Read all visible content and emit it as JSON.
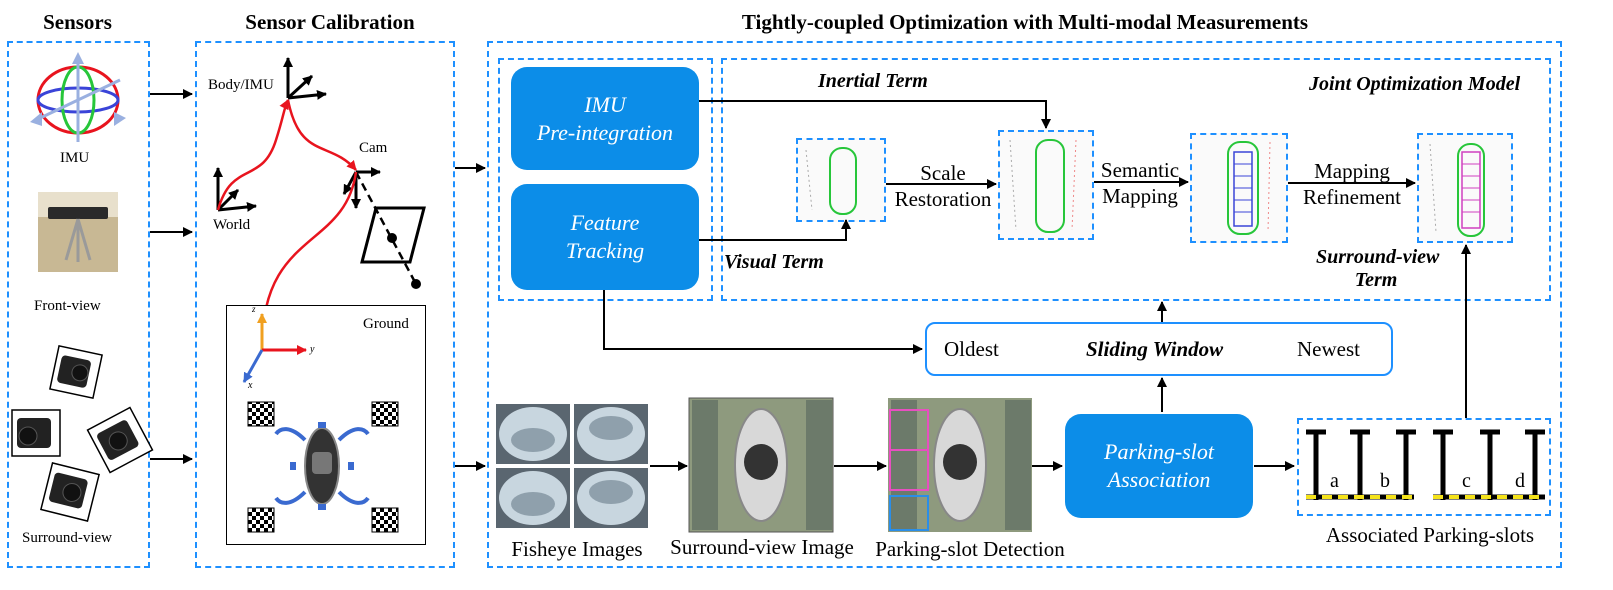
{
  "headers": {
    "sensors": "Sensors",
    "calibration": "Sensor Calibration",
    "optimization": "Tightly-coupled Optimization with Multi-modal Measurements"
  },
  "sensors": {
    "imu": "IMU",
    "front_view": "Front-view",
    "surround_view": "Surround-view"
  },
  "calibration": {
    "body_imu": "Body/IMU",
    "cam": "Cam",
    "world": "World",
    "ground": "Ground",
    "axis_x": "x",
    "axis_y": "y",
    "axis_z": "z"
  },
  "optimization": {
    "imu_preintegration_line1": "IMU",
    "imu_preintegration_line2": "Pre-integration",
    "feature_tracking_line1": "Feature",
    "feature_tracking_line2": "Tracking",
    "inertial_term": "Inertial Term",
    "visual_term": "Visual Term",
    "joint_model": "Joint Optimization Model",
    "scale_line1": "Scale",
    "scale_line2": "Restoration",
    "semantic_line1": "Semantic",
    "semantic_line2": "Mapping",
    "mapping_line1": "Mapping",
    "mapping_line2": "Refinement",
    "surround_term_line1": "Surround-view",
    "surround_term_line2": "Term",
    "oldest": "Oldest",
    "sliding_window": "Sliding Window",
    "newest": "Newest",
    "parking_assoc_line1": "Parking-slot",
    "parking_assoc_line2": "Association",
    "fisheye_images": "Fisheye Images",
    "surround_view_image": "Surround-view Image",
    "parking_slot_detection": "Parking-slot Detection",
    "associated_parking_slots": "Associated Parking-slots",
    "slot_labels": [
      "a",
      "b",
      "c",
      "d"
    ]
  },
  "colors": {
    "dashed_border": "#1e90ff",
    "module_fill": "#0c8de8",
    "calib_curve": "#e8141e",
    "slot_highlight": "#f5e31a",
    "map_trajectory": "#27c63a"
  }
}
